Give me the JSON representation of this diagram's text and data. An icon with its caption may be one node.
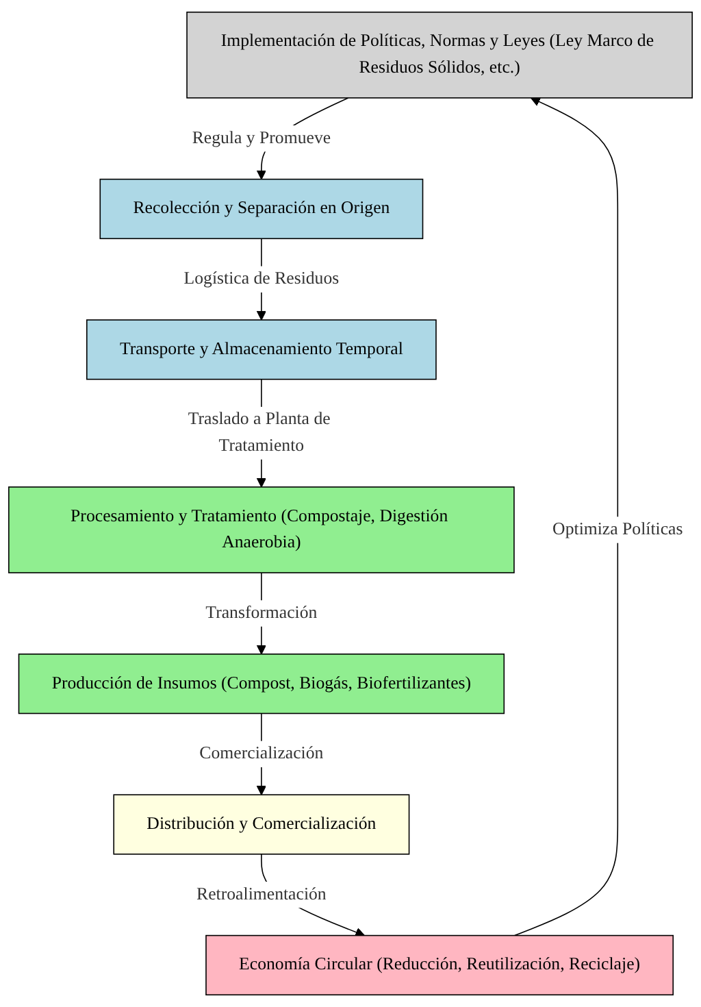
{
  "diagram": {
    "nodes": [
      {
        "text": [
          "Implementación de Políticas, Normas y Leyes (Ley Marco de Residuos Sólidos, etc.)"
        ]
      },
      {
        "text": [
          "Recolección y Separación en Origen"
        ]
      },
      {
        "text": [
          "Transporte y Almacenamiento Temporal"
        ]
      },
      {
        "text": [
          "Procesamiento y Tratamiento (Compostaje, Digestión Anaerobia)"
        ]
      },
      {
        "text": [
          "Producción de Insumos (Compost, Biogás, Biofertilizantes)"
        ]
      },
      {
        "text": [
          "Distribución y Comercialización"
        ]
      },
      {
        "text": [
          "Economía Circular (Reducción, Reutilización, Reciclaje)"
        ]
      }
    ],
    "edges": [
      {
        "from": 0,
        "to": 1,
        "arrow": "to",
        "label": "Regula y Promueve"
      },
      {
        "from": 1,
        "to": 2,
        "arrow": "to",
        "label": "Logística de Residuos"
      },
      {
        "from": 2,
        "to": 3,
        "arrow": "to",
        "label": "Traslado a Planta de Tratamiento"
      },
      {
        "from": 3,
        "to": 4,
        "arrow": "to",
        "label": "Transformación"
      },
      {
        "from": 4,
        "to": 5,
        "arrow": "to",
        "label": "Comercialización"
      },
      {
        "from": 5,
        "to": 6,
        "arrow": "to",
        "label": "Retroalimentación"
      },
      {
        "from": 6,
        "to": 0,
        "arrow": "to",
        "label": "Optimiza Políticas"
      }
    ]
  }
}
